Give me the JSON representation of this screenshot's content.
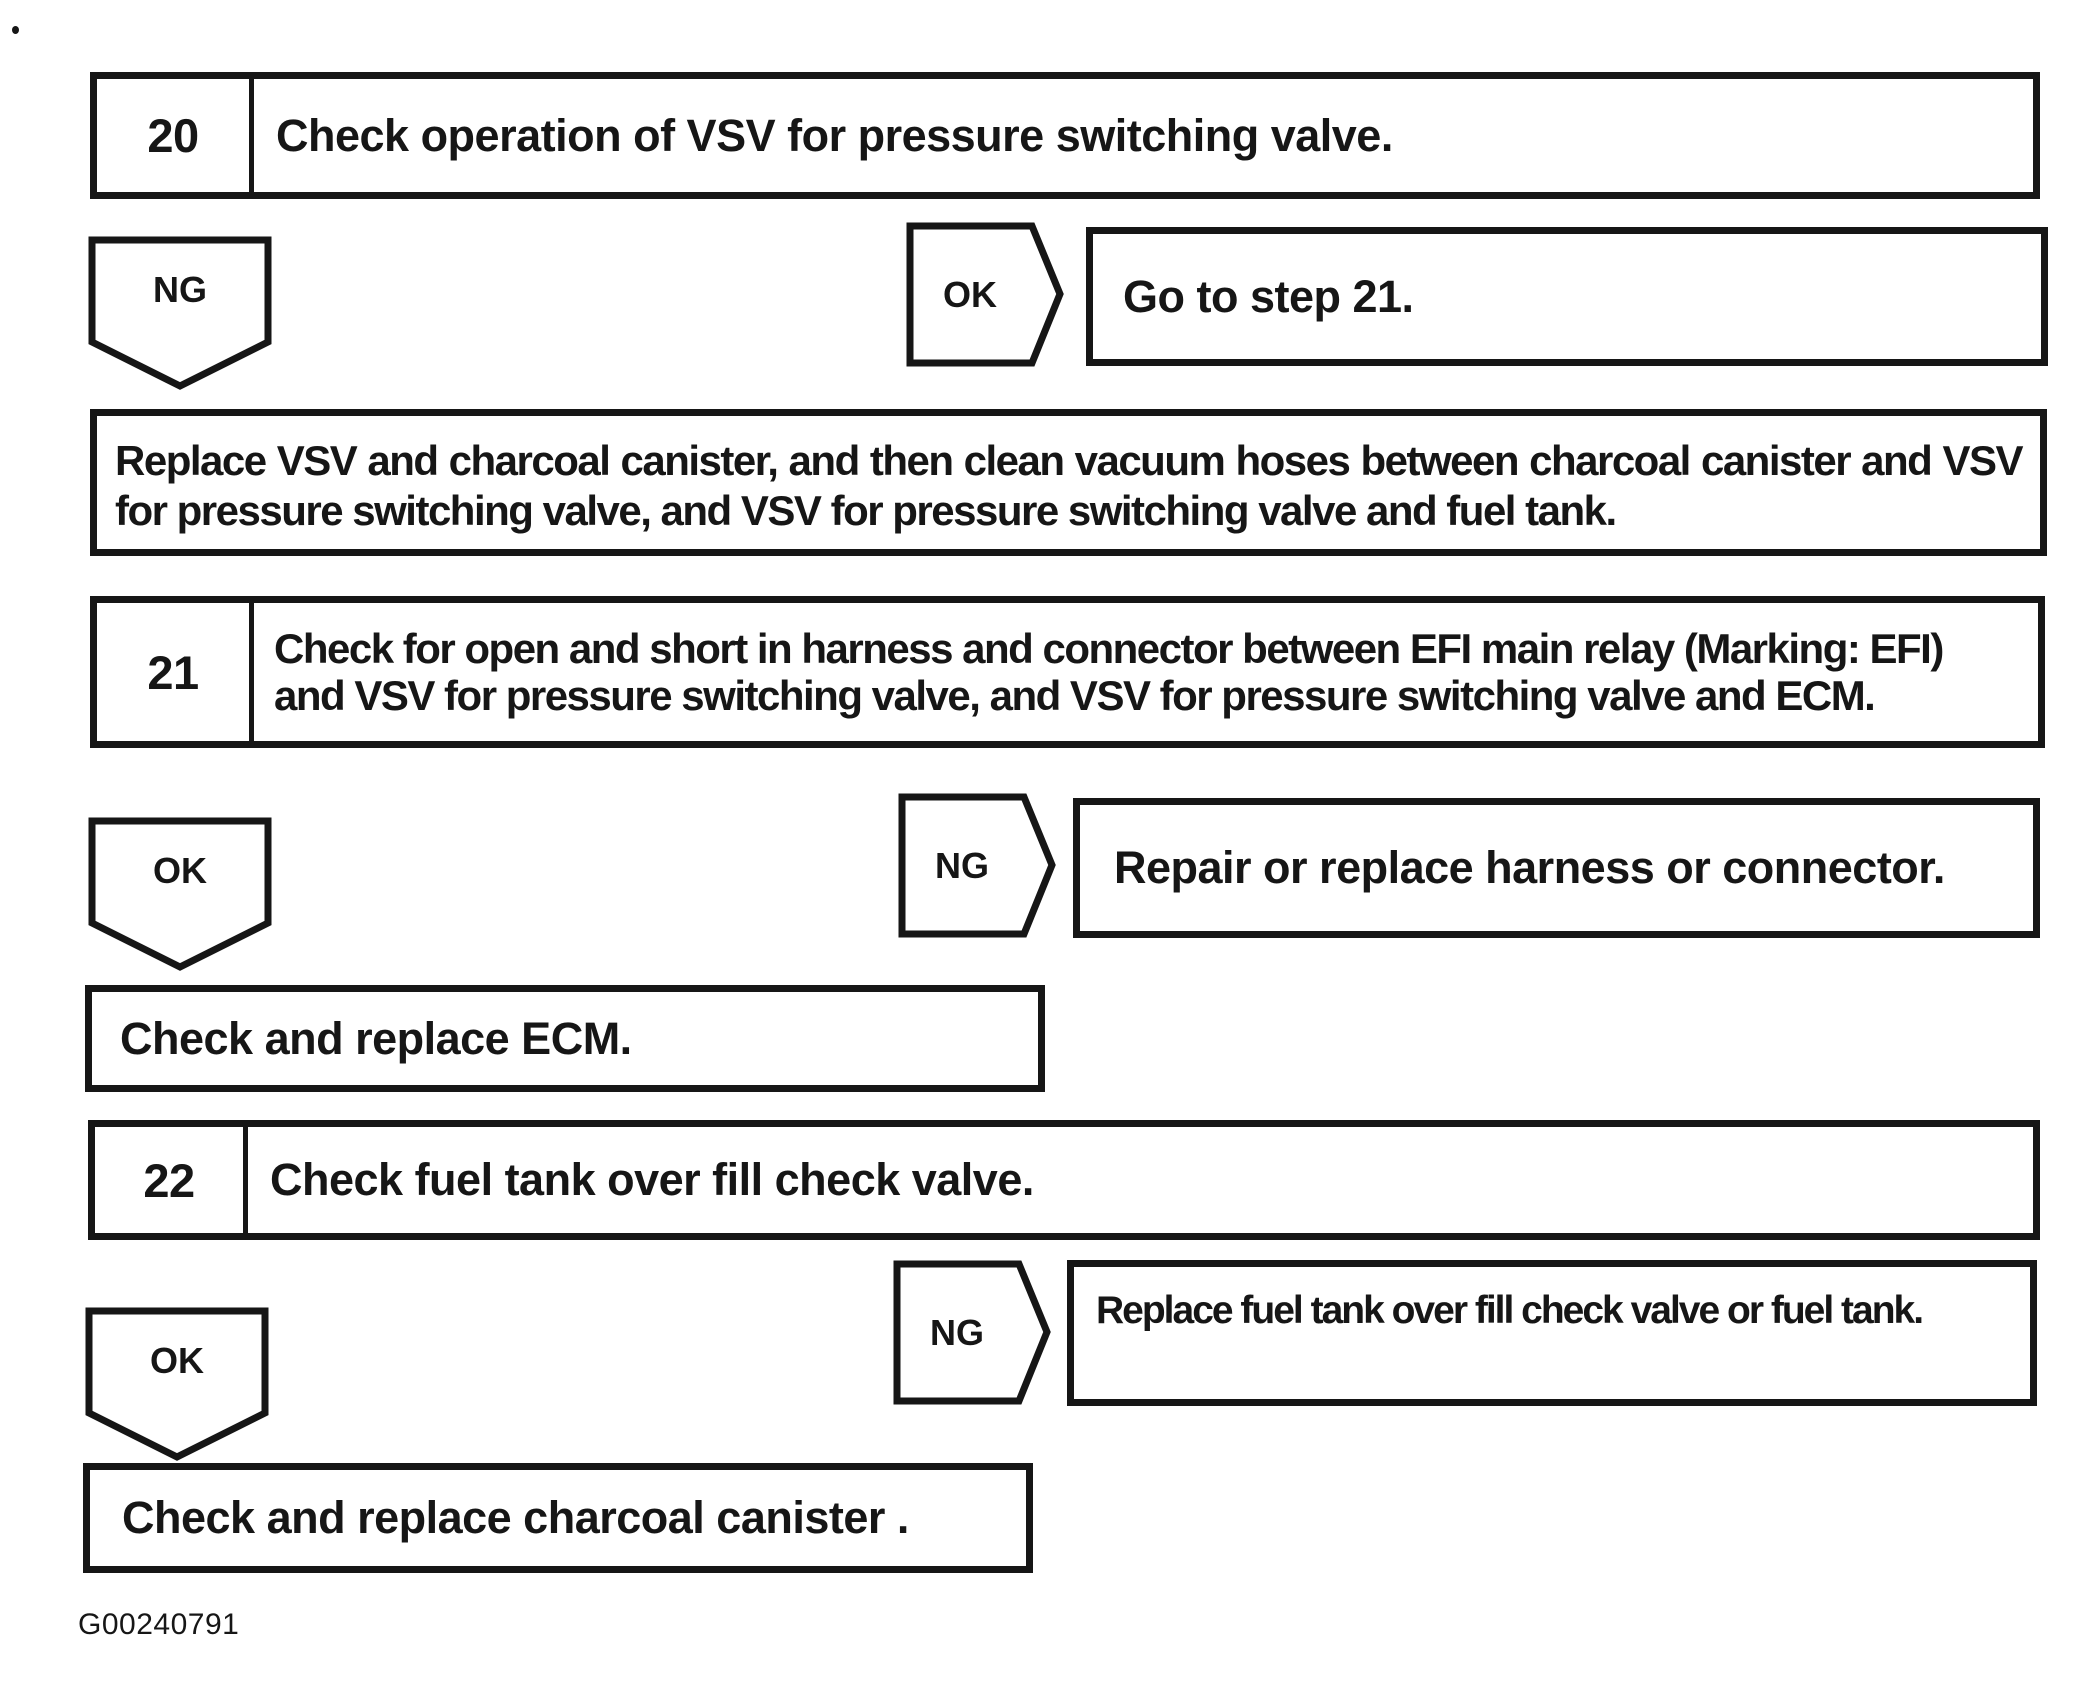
{
  "meta": {
    "figure_code": "G00240791"
  },
  "labels": {
    "ng": "NG",
    "ok": "OK"
  },
  "steps": {
    "s20": {
      "number": "20",
      "title": "Check operation of VSV for pressure switching valve."
    },
    "s21": {
      "number": "21",
      "title": "Check for open and short in harness and connector between EFI main relay (Marking: EFI) and VSV for pressure switching valve, and VSV for pressure switching valve and ECM."
    },
    "s22": {
      "number": "22",
      "title": "Check fuel tank over fill check valve."
    }
  },
  "results": {
    "goto21": "Go to step 21.",
    "replace_vsv": "Replace VSV and charcoal canister, and then clean vacuum hoses between charcoal canister and VSV for pressure switching valve, and VSV for pressure switching valve and fuel tank.",
    "repair_harness": "Repair or replace harness or connector.",
    "check_ecm": "Check and replace ECM.",
    "replace_fuel_tank": "Replace fuel tank over fill check valve or fuel tank.",
    "check_canister": "Check and replace charcoal canister ."
  },
  "colors": {
    "ink": "#161616",
    "paper": "#ffffff"
  }
}
